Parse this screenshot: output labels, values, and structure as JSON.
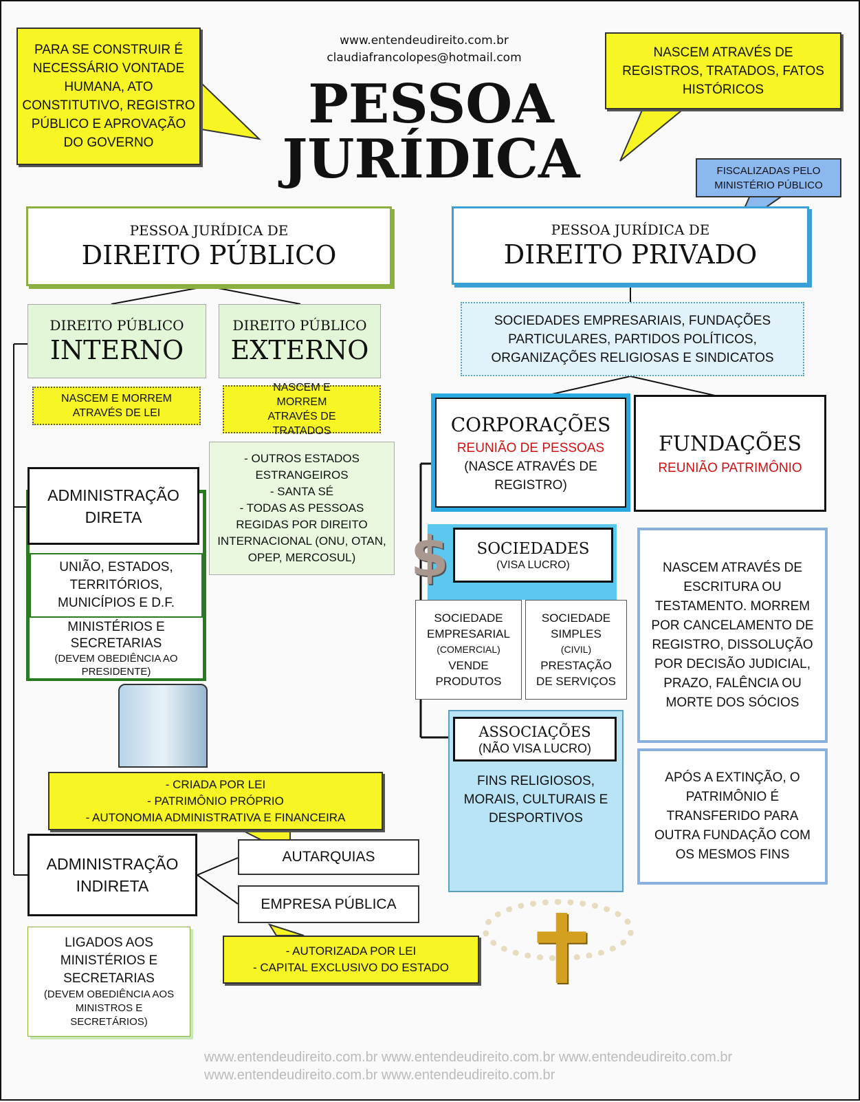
{
  "watermark": "www.entendeudireito.com.br   www.entendeudireito.com.br   www.entendeudireito.com.br   www.entendeudireito.com.br   www.entendeudireito.com.br",
  "header": {
    "site": "www.entendeudireito.com.br",
    "email": "claudiafrancolopes@hotmail.com",
    "title1": "PESSOA",
    "title2": "JURÍDICA"
  },
  "callouts": {
    "left": "PARA SE CONSTRUIR É NECESSÁRIO VONTADE HUMANA, ATO CONSTITUTIVO, REGISTRO PÚBLICO E APROVAÇÃO DO GOVERNO",
    "right": "NASCEM ATRAVÉS DE REGISTROS, TRATADOS, FATOS HISTÓRICOS",
    "blue": "FISCALIZADAS PELO MINISTÉRIO PÚBLICO"
  },
  "publico": {
    "sub": "PESSOA JURÍDICA DE",
    "title": "DIREITO PÚBLICO",
    "interno": {
      "sub": "DIREITO PÚBLICO",
      "title": "INTERNO",
      "note": "NASCEM E MORREM ATRAVÉS DE LEI"
    },
    "externo": {
      "sub": "DIREITO PÚBLICO",
      "title": "EXTERNO",
      "note": "NASCEM E MORREM ATRAVÉS DE TRATADOS",
      "list": [
        "- OUTROS ESTADOS ESTRANGEIROS",
        "- SANTA SÉ",
        "- TODAS AS PESSOAS REGIDAS POR DIREITO INTERNACIONAL (ONU, OTAN, OPEP, MERCOSUL)"
      ]
    },
    "direta": {
      "title": "ADMINISTRAÇÃO DIRETA",
      "uniao": "UNIÃO, ESTADOS, TERRITÓRIOS, MUNICÍPIOS E D.F.",
      "ministerios": "MINISTÉRIOS E SECRETARIAS",
      "ministerios_note": "(DEVEM OBEDIÊNCIA AO PRESIDENTE)"
    },
    "autarquia_note": [
      "- CRIADA POR LEI",
      "- PATRIMÔNIO PRÓPRIO",
      "- AUTONOMIA ADMINISTRATIVA E FINANCEIRA"
    ],
    "indireta": {
      "title": "ADMINISTRAÇÃO INDIRETA",
      "autarquias": "AUTARQUIAS",
      "empresa": "EMPRESA PÚBLICA",
      "ligados": "LIGADOS AOS MINISTÉRIOS E SECRETARIAS",
      "ligados_note": "(DEVEM OBEDIÊNCIA AOS MINISTROS E SECRETÁRIOS)"
    },
    "empresa_note": [
      "- AUTORIZADA POR LEI",
      "- CAPITAL EXCLUSIVO DO ESTADO"
    ]
  },
  "privado": {
    "sub": "PESSOA JURÍDICA DE",
    "title": "DIREITO PRIVADO",
    "list": "SOCIEDADES EMPRESARIAIS, FUNDAÇÕES PARTICULARES, PARTIDOS POLÍTICOS, ORGANIZAÇÕES RELIGIOSAS E SINDICATOS",
    "corporacoes": {
      "title": "CORPORAÇÕES",
      "red": "REUNIÃO DE PESSOAS",
      "note": "(NASCE ATRAVÉS DE REGISTRO)"
    },
    "fundacoes": {
      "title": "FUNDAÇÕES",
      "red": "REUNIÃO PATRIMÔNIO",
      "text1": "NASCEM ATRAVÉS DE ESCRITURA OU TESTAMENTO. MORREM POR CANCELAMENTO DE REGISTRO, DISSOLUÇÃO POR DECISÃO JUDICIAL, PRAZO, FALÊNCIA OU MORTE DOS SÓCIOS",
      "text2": "APÓS A EXTINÇÃO, O PATRIMÔNIO É TRANSFERIDO PARA OUTRA FUNDAÇÃO COM OS MESMOS FINS"
    },
    "sociedades": {
      "title": "SOCIEDADES",
      "note": "(VISA LUCRO)",
      "empresarial": [
        "SOCIEDADE",
        "EMPRESARIAL",
        "(COMERCIAL)",
        "VENDE",
        "PRODUTOS"
      ],
      "simples": [
        "SOCIEDADE",
        "SIMPLES",
        "(CIVIL)",
        "PRESTAÇÃO",
        "DE SERVIÇOS"
      ]
    },
    "associacoes": {
      "title": "ASSOCIAÇÕES",
      "note": "(NÃO VISA LUCRO)",
      "fins": "FINS RELIGIOSOS, MORAIS, CULTURAIS E DESPORTIVOS"
    }
  },
  "icons": {
    "dollar": "$",
    "cross": "✝"
  }
}
